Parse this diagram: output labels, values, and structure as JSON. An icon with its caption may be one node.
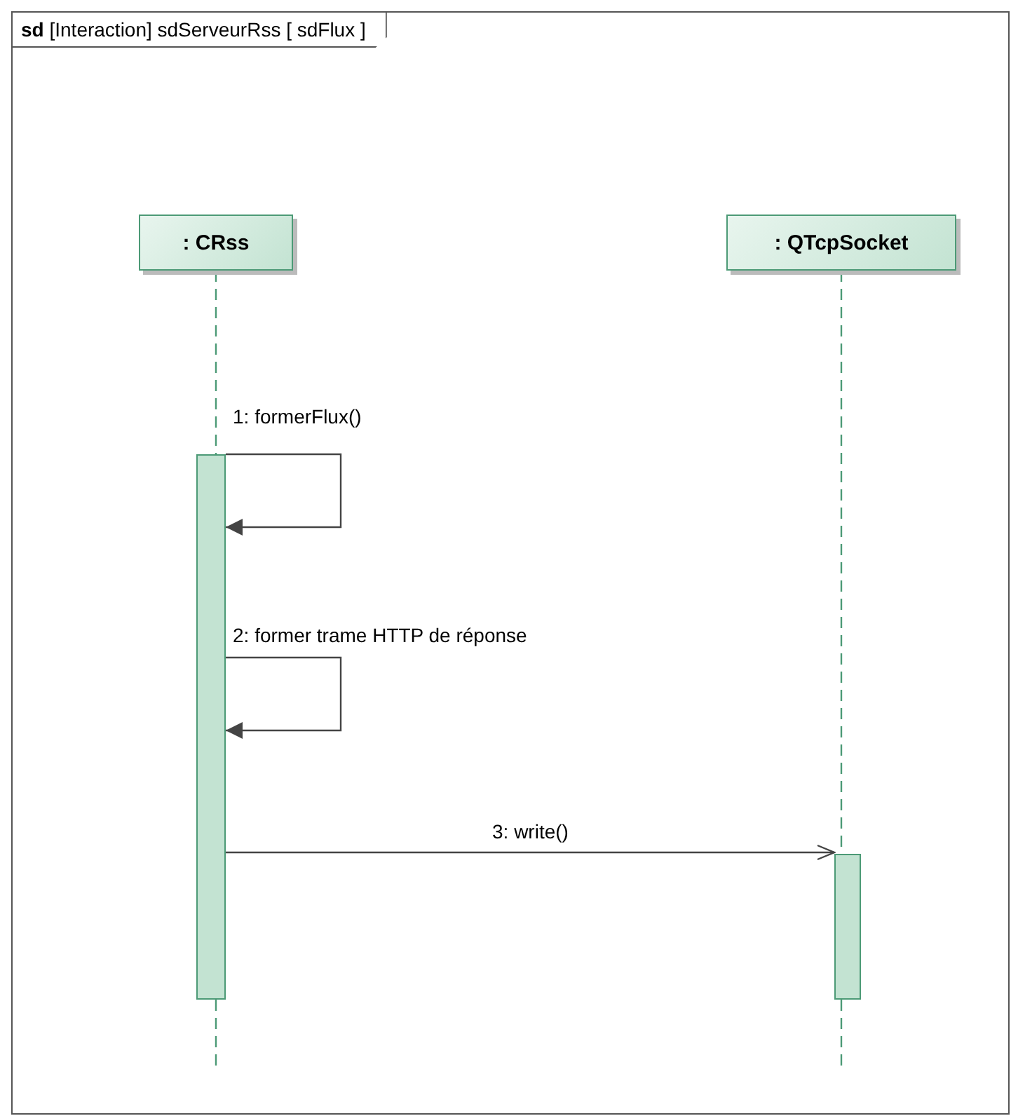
{
  "diagram": {
    "nodes": [
      {
        "text": [
          "**sd** [Interaction] sdServeurRss [ sdFlux ]"
        ]
      },
      {
        "text": [
          ": CRss"
        ],
        "in": 0
      },
      {
        "text": [
          ": QTcpSocket"
        ],
        "in": 0
      },
      {
        "text": [],
        "shape": "bar",
        "in": 0
      },
      {
        "text": [],
        "shape": "bar",
        "in": 0
      }
    ],
    "edges": [
      {
        "from": 1,
        "to": 3,
        "arrow": "none",
        "style": "dashed",
        "color": "#4c9a76"
      },
      {
        "from": 2,
        "to": 4,
        "arrow": "none",
        "style": "dashed",
        "color": "#4c9a76"
      },
      {
        "from": 3,
        "to": 3,
        "arrow": "to",
        "label": "1:  formerFlux()"
      },
      {
        "from": 3,
        "to": 3,
        "arrow": "to",
        "label": "2:  former trame HTTP de réponse"
      },
      {
        "from": 3,
        "to": 4,
        "arrow": "to",
        "label": "3:  write()"
      }
    ]
  }
}
